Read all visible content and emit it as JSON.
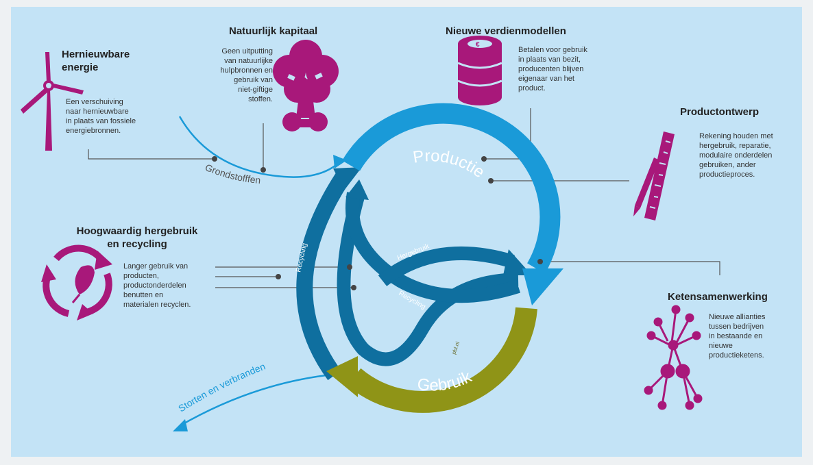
{
  "topics": {
    "energy": {
      "title": "Hernieuwbare\nenergie",
      "text": "Een verschuiving\nnaar hernieuwbare\nin plaats van fossiele\nenergiebronnen."
    },
    "natural_capital": {
      "title": "Natuurlijk kapitaal",
      "text": "Geen uitputting\nvan natuurlijke\nhulpbronnen en\ngebruik van\nniet-giftige\nstoffen."
    },
    "revenue_models": {
      "title": "Nieuwe verdienmodellen",
      "text": "Betalen voor gebruik\nin plaats van bezit,\nproducenten blijven\neigenaar van het\nproduct."
    },
    "product_design": {
      "title": "Productontwerp",
      "text": "Rekening houden met\nhergebruik, reparatie,\nmodulaire onderdelen\ngebruiken, ander\nproductieproces."
    },
    "reuse_recycling": {
      "title": "Hoogwaardig hergebruik\nen recycling",
      "text": "Langer gebruik van\nproducten,\nproductonderdelen\nbenutten en\nmaterialen recyclen."
    },
    "chain_cooperation": {
      "title": "Ketensamenwerking",
      "text": "Nieuwe allianties\ntussen bedrijven\nin bestaande en\nnieuwe\nproductieketens."
    }
  },
  "cycle": {
    "production": "Productie",
    "use": "Gebruik",
    "raw_materials": "Grondstofffen",
    "landfill": "Storten en verbranden",
    "recycling_outer": "Recycling",
    "reuse": "Hergebruik",
    "recycling_inner": "Recycling",
    "credit": "pbl.nl"
  },
  "colors": {
    "background": "#c3e3f6",
    "production_blue": "#1a9ad8",
    "dark_blue": "#0f6f9f",
    "use_olive": "#8f9417",
    "accent_magenta": "#a8187a",
    "line_grey": "#555555"
  },
  "icons": [
    "wind-turbine-icon",
    "tree-icon",
    "coin-stack-icon",
    "ruler-pencil-icon",
    "recycle-leaf-icon",
    "network-icon"
  ]
}
